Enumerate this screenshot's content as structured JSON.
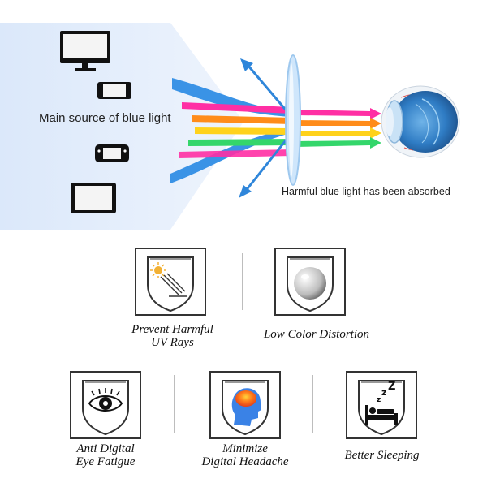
{
  "diagram": {
    "source_label": "Main source of blue light",
    "absorbed_label": "Harmful blue light has been absorbed",
    "colors": {
      "panel": "#e4eefb",
      "blue_ray": "#3a93e6",
      "magenta_ray": "#ff2fa4",
      "orange_ray": "#ff8c1a",
      "yellow_ray": "#ffd21c",
      "green_ray": "#34d66b",
      "lens": "#cfe6fb"
    },
    "icons": [
      "monitor-icon",
      "smartphone-icon",
      "handheld-game-icon",
      "tablet-icon",
      "lens-icon",
      "eye-icon"
    ]
  },
  "features": [
    {
      "label_line1": "Prevent Harmful",
      "label_line2": "UV Rays",
      "icon": "sun-uv-shield-icon"
    },
    {
      "label_line1": "Low Color Distortion",
      "label_line2": "",
      "icon": "water-drop-shield-icon"
    },
    {
      "label_line1": "Anti Digital",
      "label_line2": "Eye Fatigue",
      "icon": "eye-shield-icon"
    },
    {
      "label_line1": "Minimize",
      "label_line2": "Digital Headache",
      "icon": "brain-head-shield-icon"
    },
    {
      "label_line1": "Better Sleeping",
      "label_line2": "",
      "icon": "sleeping-bed-shield-icon"
    }
  ]
}
